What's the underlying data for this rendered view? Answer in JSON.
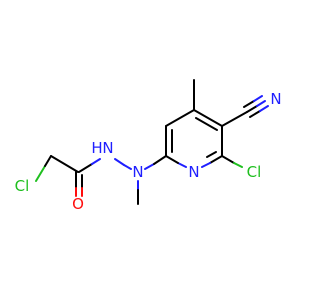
{
  "molecule": {
    "atoms": {
      "cl_left": {
        "symbol": "Cl"
      },
      "o": {
        "symbol": "O"
      },
      "nh": {
        "symbol": "N",
        "h": "H"
      },
      "n_methyl": {
        "symbol": "N"
      },
      "n_ring": {
        "symbol": "N"
      },
      "cl_ring": {
        "symbol": "Cl"
      },
      "n_nitrile": {
        "symbol": "N"
      }
    },
    "colors": {
      "carbon": "#000000",
      "nitrogen": "#1f1fff",
      "oxygen": "#ff0d0d",
      "chlorine": "#1fbf1f"
    }
  }
}
